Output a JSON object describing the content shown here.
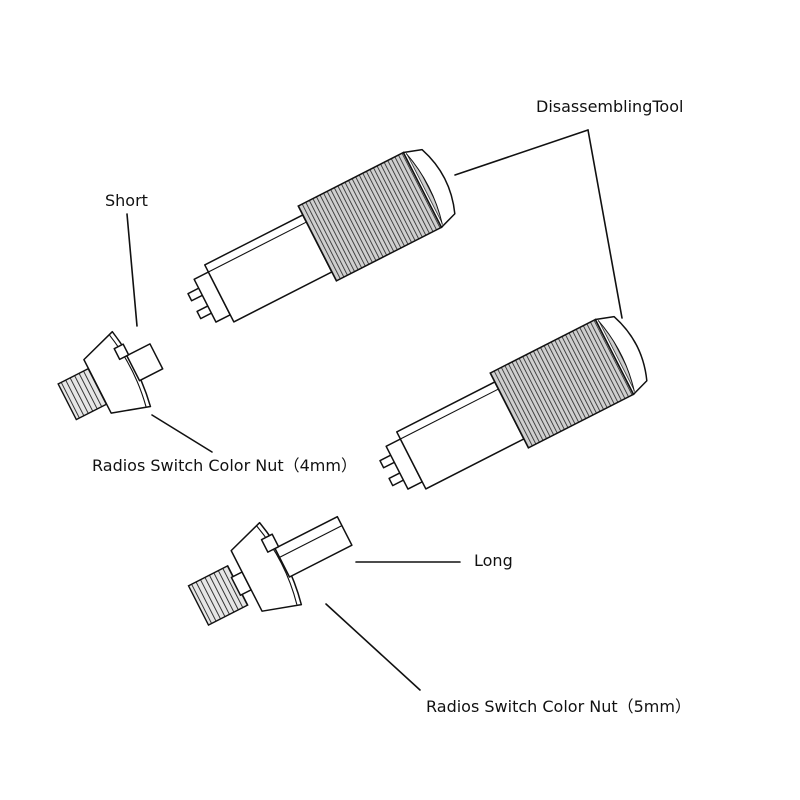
{
  "labels": {
    "disassembling_tool": "DisassemblingTool",
    "short": "Short",
    "nut_4mm": "Radios Switch Color Nut（4mm）",
    "long": "Long",
    "nut_5mm": "Radios Switch Color Nut（5mm）"
  },
  "colors": {
    "line": "#111111",
    "background": "#ffffff",
    "fill": "#ffffff"
  }
}
